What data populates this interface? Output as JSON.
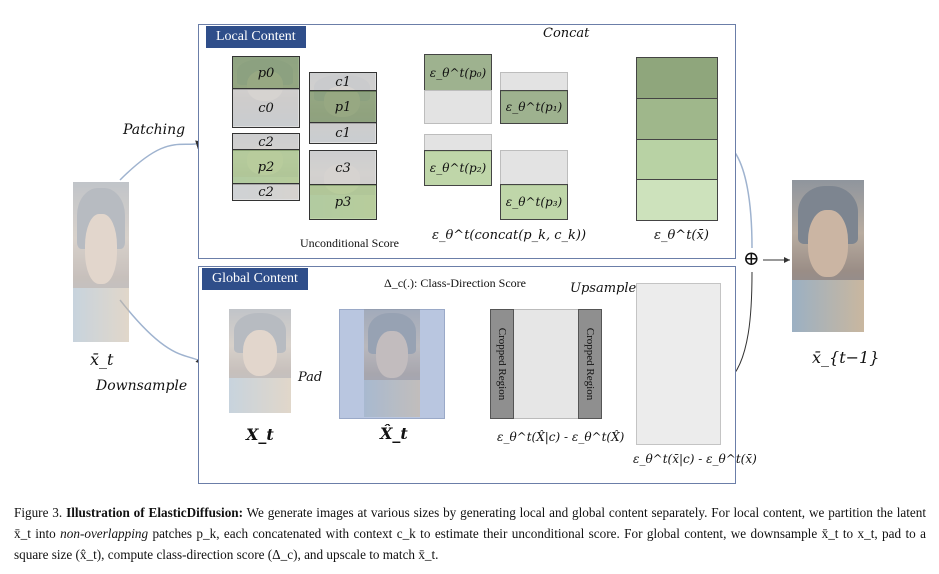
{
  "panels": {
    "local": "Local Content",
    "global": "Global Content"
  },
  "patches": {
    "p0": "p0",
    "c0": "c0",
    "c1a": "c1",
    "p1": "p1",
    "c1b": "c1",
    "c2a": "c2",
    "p2": "p2",
    "c2b": "c2",
    "c3": "c3",
    "p3": "p3"
  },
  "eps": {
    "p0": "ε_θ^t(p₀)",
    "p1": "ε_θ^t(p₁)",
    "p2": "ε_θ^t(p₂)",
    "p3": "ε_θ^t(p₃)",
    "concat": "ε_θ^t(concat(p_k, c_k))",
    "xbar": "ε_θ^t(x̄)",
    "class_diff": "ε_θ^t(X̂|c) - ε_θ^t(X̂)",
    "upsampled": "ε_θ^t(x̄|c) - ε_θ^t(x̄)"
  },
  "labels": {
    "concat": "Concat",
    "patching": "Patching",
    "downsample": "Downsample",
    "uncond": "Unconditional Score",
    "class_dir": "Δ_c(.): Class-Direction Score",
    "upsample": "Upsample",
    "pad": "Pad",
    "x_t_bar": "x̄_t",
    "x_t1_bar": "x̄_{t−1}",
    "x_t": "X_t",
    "x_hat": "X̂_t",
    "cropped": "Cropped Region",
    "oplus": "⊕"
  },
  "caption": {
    "fig": "Figure 3.",
    "title": "Illustration of ElasticDiffusion:",
    "l1": "We generate images at various sizes by generating local and global content separately. For local content, we partition the latent x̄_t into",
    "l1_em": "non-overlapping",
    "l2": "patches p_k, each concatenated with context c_k to estimate their unconditional score. For global content, we downsample x̄_t to x_t, pad to a square size (x̂_t), compute class-direction score (Δ_c), and upscale to match x̄_t."
  },
  "colors": {
    "panel_label_bg": "#2f4e8a",
    "patch_dark": "#7e986a",
    "patch_light": "#aac88c",
    "pad_blue": "#b9c6e0"
  }
}
